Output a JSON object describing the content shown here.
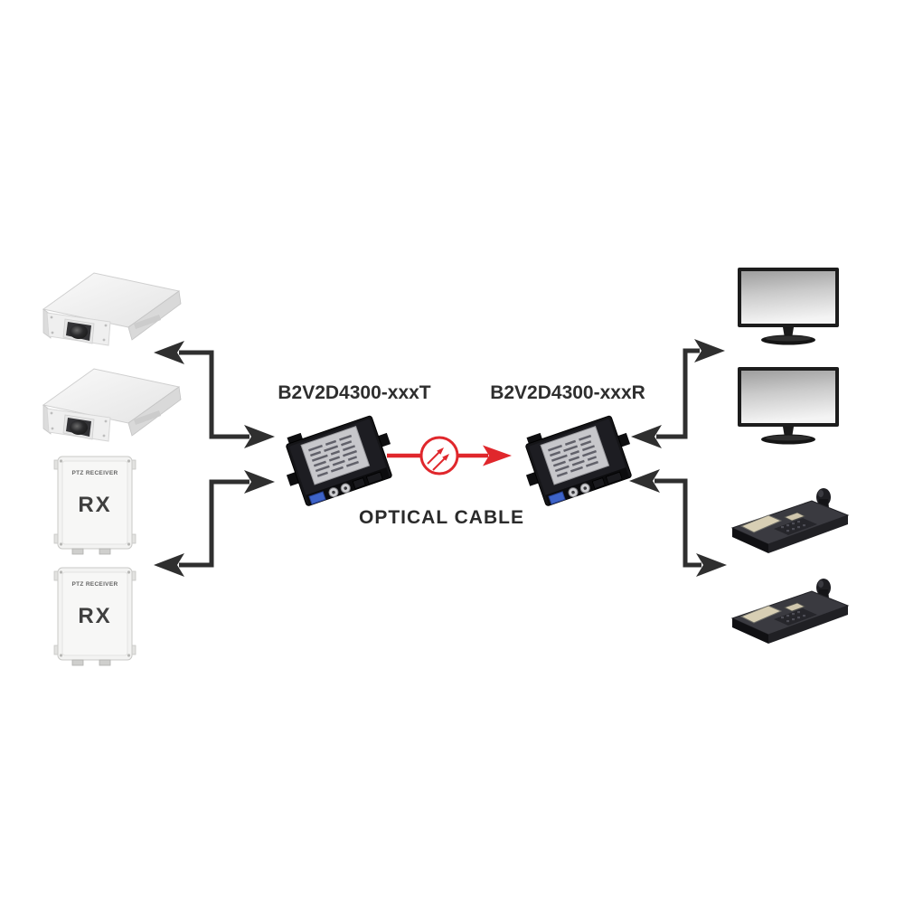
{
  "diagram": {
    "left": {
      "cameras": [
        {
          "name": "CCTV box camera"
        },
        {
          "name": "CCTV box camera"
        }
      ],
      "receiver_boxes": [
        {
          "header": "PTZ RECEIVER",
          "label": "RX"
        },
        {
          "header": "PTZ RECEIVER",
          "label": "RX"
        }
      ]
    },
    "center": {
      "transmitter_label": "B2V2D4300-xxxT",
      "receiver_label": "B2V2D4300-xxxR",
      "link_label": "OPTICAL CABLE"
    },
    "right": {
      "monitors": [
        {
          "name": "video monitor"
        },
        {
          "name": "video monitor"
        }
      ],
      "keyboards": [
        {
          "name": "PTZ control keyboard with joystick"
        },
        {
          "name": "PTZ control keyboard with joystick"
        }
      ]
    },
    "colors": {
      "background": "#ffffff",
      "arrow": "#2f2f2f",
      "optical_link": "#e0272c",
      "device_body": "#141418",
      "bnc_connector": "#cfcfd2",
      "terminal_block_blue": "#3d63c8"
    }
  }
}
